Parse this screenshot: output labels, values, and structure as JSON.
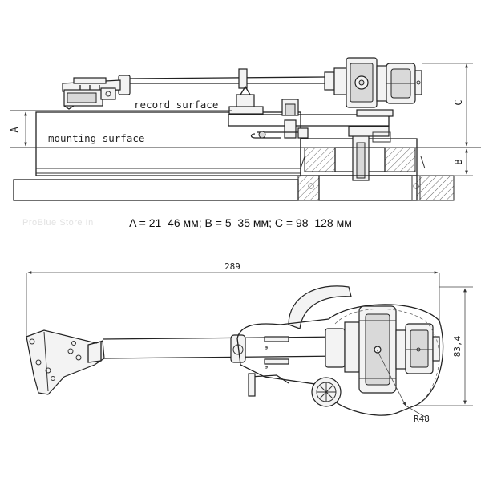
{
  "side_view": {
    "label_record": "record surface",
    "label_mounting": "mounting surface",
    "dim_a": "A",
    "dim_b": "B",
    "dim_c": "C"
  },
  "caption": "A = 21–46 мм; B = 5–35 мм; C = 98–128 мм",
  "faint_text": "ProBlue Store In",
  "top_view": {
    "dim_length": "289",
    "dim_height": "83,4",
    "dim_radius": "R48"
  }
}
